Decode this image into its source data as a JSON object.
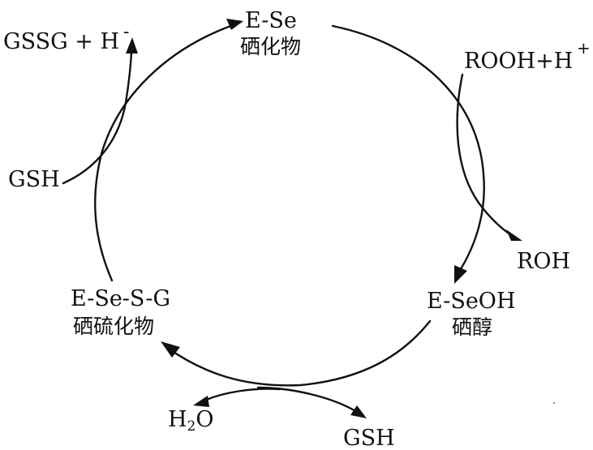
{
  "species": {
    "e_se": {
      "formula": "E-Se",
      "name": "硒化物"
    },
    "e_seoh": {
      "formula": "E-SeOH",
      "name": "硒醇"
    },
    "e_se_s_g": {
      "formula": "E-Se-S-G",
      "name": "硒硫化物"
    }
  },
  "reagents": {
    "gssg": "GSSG + H",
    "gssg_sup": "-",
    "gsh_left": "GSH",
    "rooh": "ROOH+H",
    "rooh_sup": "+",
    "roh": "ROH",
    "h2o_h": "H",
    "h2o_sub": "2",
    "h2o_o": "O",
    "gsh_bottom": "GSH"
  },
  "colors": {
    "ink": "#111111",
    "background": "#ffffff"
  }
}
